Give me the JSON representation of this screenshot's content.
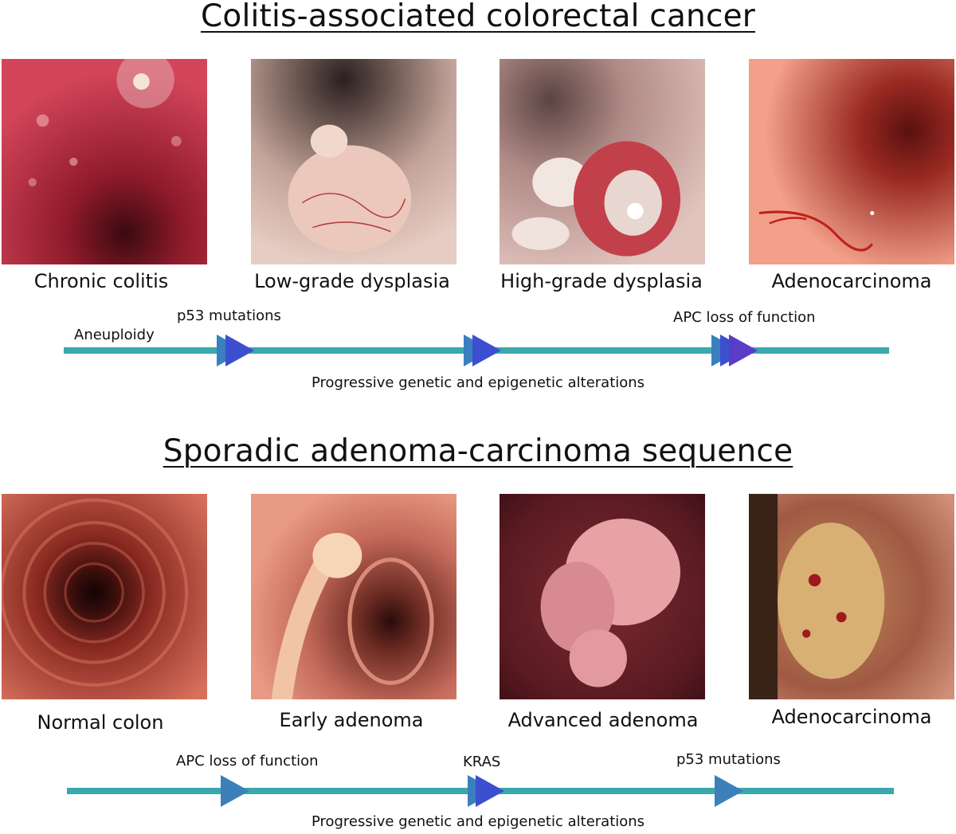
{
  "colitis_section": {
    "title": "Colitis-associated colorectal cancer",
    "stages": [
      "Chronic colitis",
      "Low-grade dysplasia",
      "High-grade dysplasia",
      "Adenocarcinoma"
    ],
    "events": {
      "aneuploidy": "Aneuploidy",
      "p53": "p53 mutations",
      "apc": "APC loss of function"
    },
    "caption": "Progressive genetic and epigenetic alterations"
  },
  "sporadic_section": {
    "title": "Sporadic adenoma-carcinoma sequence",
    "stages": [
      "Normal colon",
      "Early adenoma",
      "Advanced adenoma",
      "Adenocarcinoma"
    ],
    "events": {
      "apc": "APC loss of function",
      "kras": "KRAS",
      "p53": "p53 mutations"
    },
    "caption": "Progressive genetic and epigenetic alterations"
  },
  "colors": {
    "track": "#3aa8ac",
    "arrow_blue": "#3b4fcf",
    "arrow_steel": "#3a7fbf",
    "arrow_violet": "#5a3cc8"
  }
}
